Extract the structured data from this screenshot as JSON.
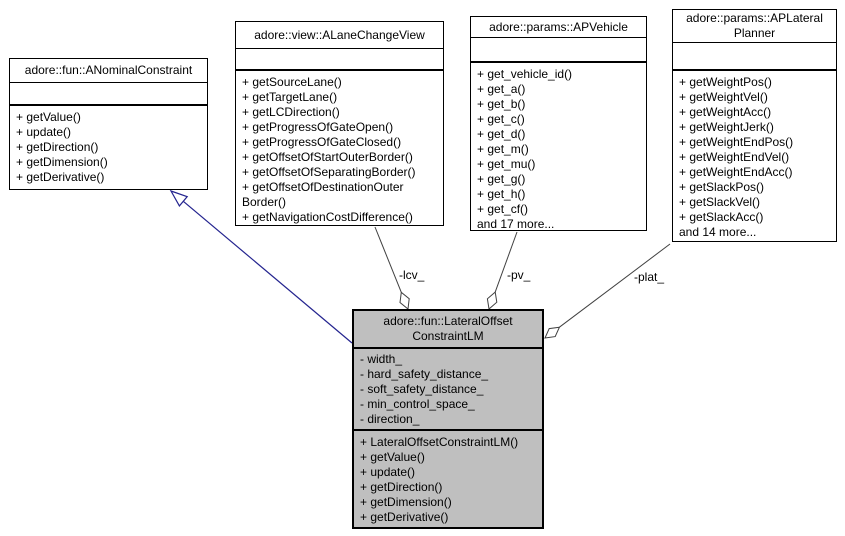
{
  "diagram": {
    "kind": "uml-collaboration-diagram",
    "colors": {
      "inheritance": "#24248f",
      "aggregation": "#404040",
      "highlight_fill": "#bfbfbf",
      "box_fill": "#ffffff",
      "border": "#000000"
    },
    "classes": [
      {
        "name": "adore::fun::ANominalConstraint",
        "title_lines": [
          "adore::fun::ANominalConstraint"
        ],
        "attributes": [],
        "methods": [
          "+ getValue()",
          "+ update()",
          "+ getDirection()",
          "+ getDimension()",
          "+ getDerivative()"
        ]
      },
      {
        "name": "adore::view::ALaneChangeView",
        "title_lines": [
          "adore::view::ALaneChangeView"
        ],
        "attributes": [],
        "methods": [
          "+ getSourceLane()",
          "+ getTargetLane()",
          "+ getLCDirection()",
          "+ getProgressOfGateOpen()",
          "+ getProgressOfGateClosed()",
          "+ getOffsetOfStartOuterBorder()",
          "+ getOffsetOfSeparatingBorder()",
          "+ getOffsetOfDestinationOuter",
          "Border()",
          "+ getNavigationCostDifference()"
        ]
      },
      {
        "name": "adore::params::APVehicle",
        "title_lines": [
          "adore::params::APVehicle"
        ],
        "attributes": [],
        "methods": [
          "+ get_vehicle_id()",
          "+ get_a()",
          "+ get_b()",
          "+ get_c()",
          "+ get_d()",
          "+ get_m()",
          "+ get_mu()",
          "+ get_g()",
          "+ get_h()",
          "+ get_cf()",
          "and 17 more..."
        ]
      },
      {
        "name": "adore::params::APLateralPlanner",
        "title_lines": [
          "adore::params::APLateral",
          "Planner"
        ],
        "attributes": [],
        "methods": [
          "+ getWeightPos()",
          "+ getWeightVel()",
          "+ getWeightAcc()",
          "+ getWeightJerk()",
          "+ getWeightEndPos()",
          "+ getWeightEndVel()",
          "+ getWeightEndAcc()",
          "+ getSlackPos()",
          "+ getSlackVel()",
          "+ getSlackAcc()",
          "and 14 more..."
        ]
      },
      {
        "name": "adore::fun::LateralOffsetConstraintLM",
        "title_lines": [
          "adore::fun::LateralOffset",
          "ConstraintLM"
        ],
        "attributes": [
          "- width_",
          "- hard_safety_distance_",
          "- soft_safety_distance_",
          "- min_control_space_",
          "- direction_"
        ],
        "methods": [
          "+ LateralOffsetConstraintLM()",
          "+ getValue()",
          "+ update()",
          "+ getDirection()",
          "+ getDimension()",
          "+ getDerivative()"
        ]
      }
    ],
    "edges": [
      {
        "type": "inheritance",
        "from": "adore::fun::LateralOffsetConstraintLM",
        "to": "adore::fun::ANominalConstraint",
        "label": ""
      },
      {
        "type": "aggregation",
        "from": "adore::fun::LateralOffsetConstraintLM",
        "to": "adore::view::ALaneChangeView",
        "label": "-lcv_"
      },
      {
        "type": "aggregation",
        "from": "adore::fun::LateralOffsetConstraintLM",
        "to": "adore::params::APVehicle",
        "label": "-pv_"
      },
      {
        "type": "aggregation",
        "from": "adore::fun::LateralOffsetConstraintLM",
        "to": "adore::params::APLateralPlanner",
        "label": "-plat_"
      }
    ]
  }
}
